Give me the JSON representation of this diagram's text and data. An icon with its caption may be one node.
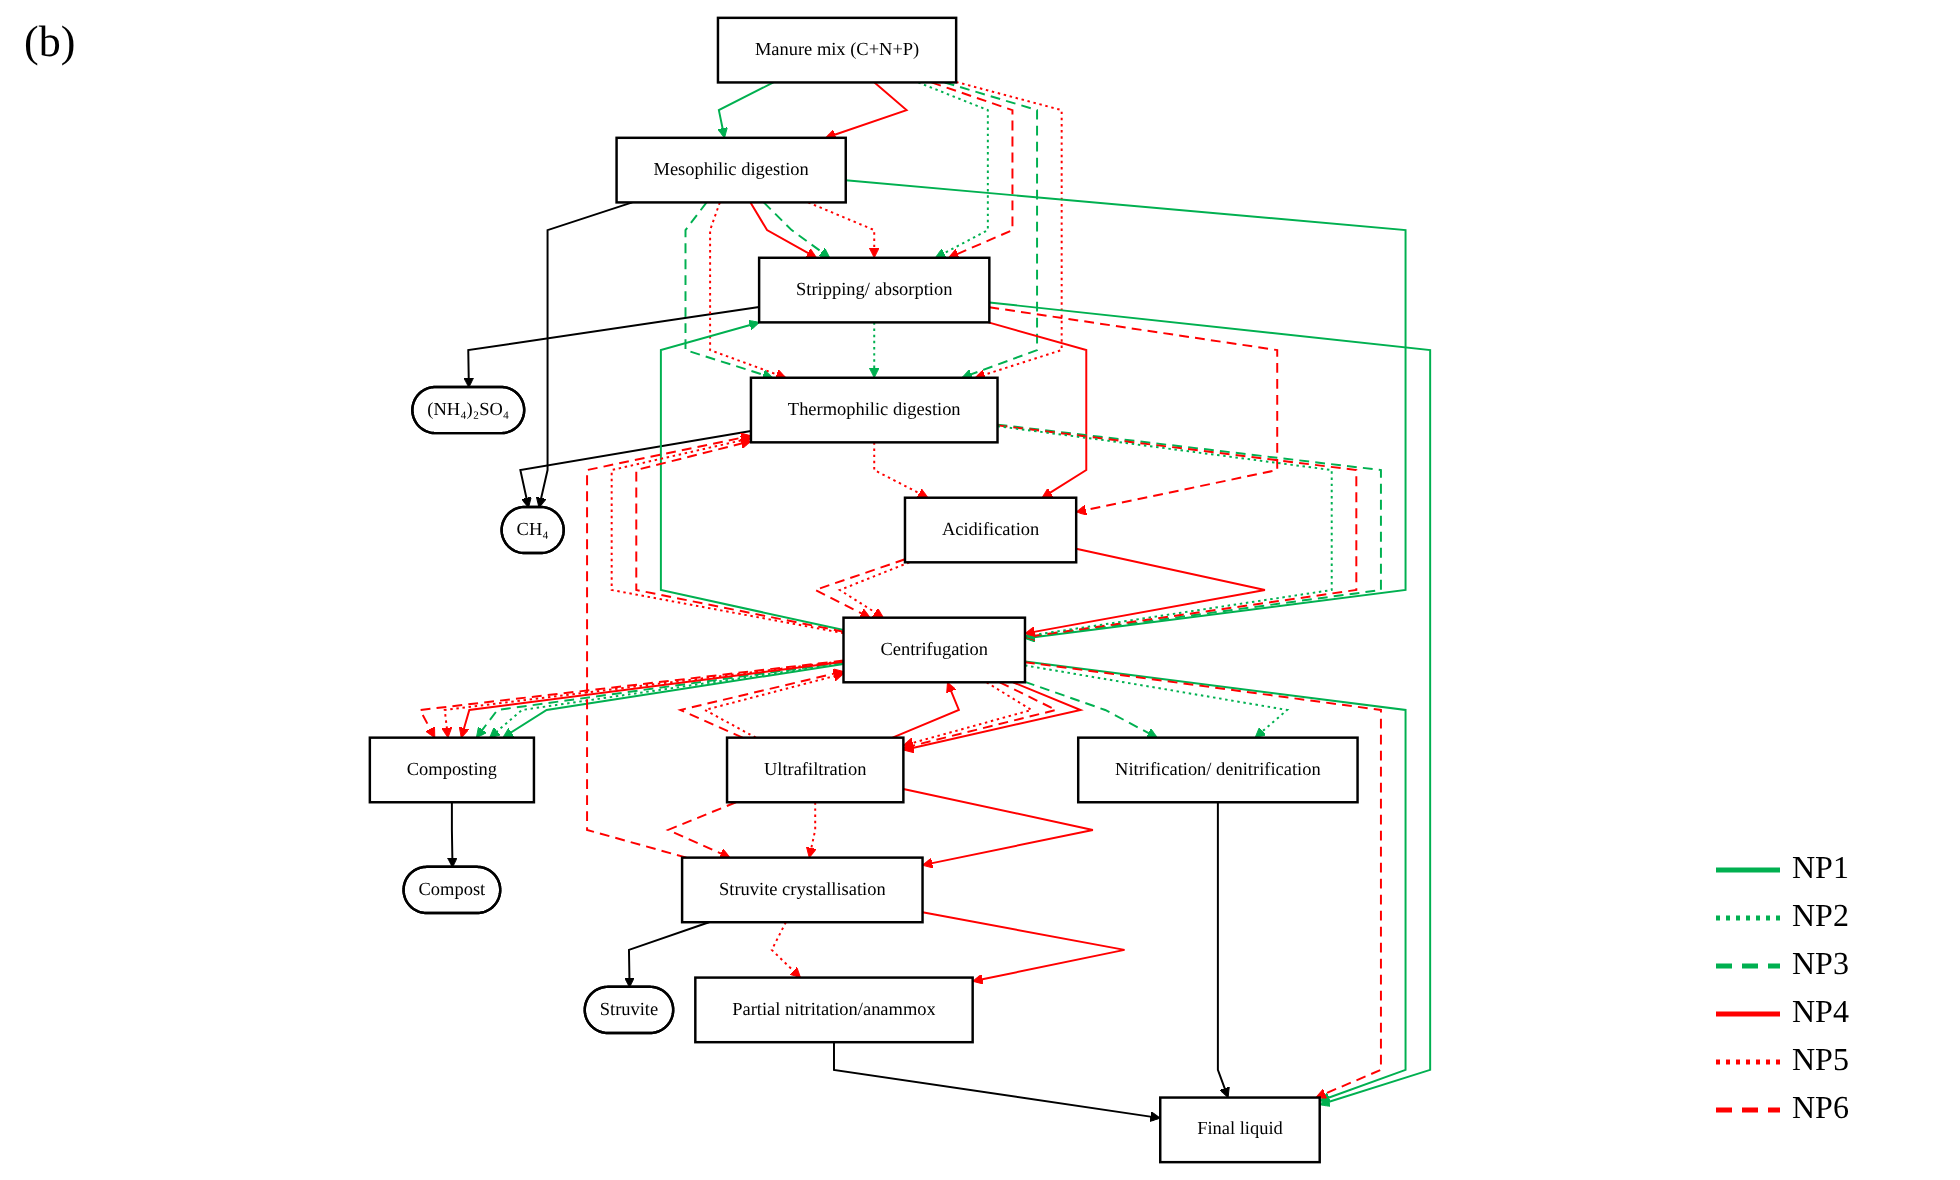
{
  "diagram": {
    "nodes": [
      {
        "text": [
          "Manure mix (C+N+P)"
        ]
      },
      {
        "text": [
          "(NH₄)₂SO₄"
        ]
      },
      {
        "text": [
          "Stripping/ absorption"
        ]
      },
      {
        "text": [
          "Mesophilic digestion"
        ]
      },
      {
        "text": [
          "Thermophilic digestion"
        ]
      },
      {
        "text": [
          "CH₄"
        ]
      },
      {
        "text": [
          "Acidification"
        ]
      },
      {
        "text": [
          "Centrifugation"
        ]
      },
      {
        "text": [
          "Composting"
        ]
      },
      {
        "text": [
          "Compost"
        ]
      },
      {
        "text": [
          "Struvite"
        ]
      },
      {
        "text": [
          "Struvite crystallisation"
        ]
      },
      {
        "text": [
          "Ultrafiltration"
        ]
      },
      {
        "text": [
          "Nitrification/ denitrification"
        ]
      },
      {
        "text": [
          "Partial nitritation/anammox"
        ]
      },
      {
        "text": [
          "Final liquid"
        ]
      }
    ],
    "edges": [
      {
        "from": 0,
        "to": 2,
        "arrow": "to",
        "style": "dashed",
        "color": "#ff0000"
      },
      {
        "from": 0,
        "to": 2,
        "arrow": "to",
        "style": "dashed",
        "color": "#00b050"
      },
      {
        "from": 0,
        "to": 3,
        "arrow": "to",
        "color": "#ff0000"
      },
      {
        "from": 0,
        "to": 3,
        "arrow": "to",
        "color": "#00b050"
      },
      {
        "from": 0,
        "to": 4,
        "arrow": "to",
        "style": "dashed",
        "color": "#ff0000"
      },
      {
        "from": 0,
        "to": 4,
        "arrow": "to",
        "style": "dashed",
        "color": "#00b050"
      },
      {
        "from": 2,
        "to": 1,
        "arrow": "to",
        "color": "#000000"
      },
      {
        "from": 3,
        "to": 2,
        "arrow": "to",
        "style": "dashed",
        "color": "#ff0000"
      },
      {
        "from": 3,
        "to": 2,
        "arrow": "to",
        "style": "dashed",
        "color": "#00b050"
      },
      {
        "from": 3,
        "to": 2,
        "arrow": "to",
        "color": "#ff0000"
      },
      {
        "from": 2,
        "to": 4,
        "arrow": "to",
        "style": "dashed",
        "color": "#00b050"
      },
      {
        "from": 3,
        "to": 4,
        "arrow": "to",
        "style": "dashed",
        "color": "#ff0000"
      },
      {
        "from": 3,
        "to": 4,
        "arrow": "to",
        "style": "dashed",
        "color": "#00b050"
      },
      {
        "from": 3,
        "to": 5,
        "arrow": "to",
        "color": "#000000"
      },
      {
        "from": 4,
        "to": 5,
        "arrow": "to",
        "color": "#000000"
      },
      {
        "from": 2,
        "to": 6,
        "arrow": "to",
        "style": "dashed",
        "color": "#ff0000"
      },
      {
        "from": 2,
        "to": 6,
        "arrow": "to",
        "color": "#ff0000"
      },
      {
        "from": 4,
        "to": 6,
        "arrow": "to",
        "style": "dashed",
        "color": "#ff0000"
      },
      {
        "from": 7,
        "to": 2,
        "arrow": "to",
        "color": "#00b050"
      },
      {
        "from": 2,
        "to": 15,
        "arrow": "to",
        "color": "#00b050"
      },
      {
        "from": 3,
        "to": 7,
        "arrow": "to",
        "color": "#00b050"
      },
      {
        "from": 4,
        "to": 7,
        "arrow": "to",
        "style": "dashed",
        "color": "#00b050"
      },
      {
        "from": 4,
        "to": 7,
        "arrow": "to",
        "style": "dashed",
        "color": "#ff0000"
      },
      {
        "from": 4,
        "to": 7,
        "arrow": "to",
        "style": "dashed",
        "color": "#00b050"
      },
      {
        "from": 7,
        "to": 4,
        "arrow": "to",
        "style": "dashed",
        "color": "#ff0000"
      },
      {
        "from": 7,
        "to": 4,
        "arrow": "to",
        "style": "dashed",
        "color": "#ff0000"
      },
      {
        "from": 6,
        "to": 7,
        "arrow": "to",
        "color": "#ff0000"
      },
      {
        "from": 6,
        "to": 7,
        "arrow": "to",
        "style": "dashed",
        "color": "#ff0000"
      },
      {
        "from": 6,
        "to": 7,
        "arrow": "to",
        "style": "dashed",
        "color": "#ff0000"
      },
      {
        "from": 7,
        "to": 8,
        "arrow": "to",
        "color": "#00b050"
      },
      {
        "from": 7,
        "to": 8,
        "arrow": "to",
        "style": "dashed",
        "color": "#00b050"
      },
      {
        "from": 7,
        "to": 8,
        "arrow": "to",
        "style": "dashed",
        "color": "#00b050"
      },
      {
        "from": 7,
        "to": 8,
        "arrow": "to",
        "color": "#ff0000"
      },
      {
        "from": 7,
        "to": 8,
        "arrow": "to",
        "style": "dashed",
        "color": "#ff0000"
      },
      {
        "from": 7,
        "to": 8,
        "arrow": "to",
        "style": "dashed",
        "color": "#ff0000"
      },
      {
        "from": 8,
        "to": 9,
        "arrow": "to",
        "color": "#000000"
      },
      {
        "from": 7,
        "to": 12,
        "arrow": "to",
        "color": "#ff0000"
      },
      {
        "from": 7,
        "to": 12,
        "arrow": "to",
        "style": "dashed",
        "color": "#ff0000"
      },
      {
        "from": 7,
        "to": 12,
        "arrow": "to",
        "style": "dashed",
        "color": "#ff0000"
      },
      {
        "from": 12,
        "to": 7,
        "arrow": "to",
        "color": "#ff0000"
      },
      {
        "from": 12,
        "to": 7,
        "arrow": "to",
        "style": "dashed",
        "color": "#ff0000"
      },
      {
        "from": 12,
        "to": 7,
        "arrow": "to",
        "style": "dashed",
        "color": "#ff0000"
      },
      {
        "from": 12,
        "to": 11,
        "arrow": "to",
        "color": "#ff0000"
      },
      {
        "from": 12,
        "to": 11,
        "arrow": "to",
        "style": "dashed",
        "color": "#ff0000"
      },
      {
        "from": 12,
        "to": 11,
        "arrow": "to",
        "style": "dashed",
        "color": "#ff0000"
      },
      {
        "from": 11,
        "to": 10,
        "arrow": "to",
        "color": "#000000"
      },
      {
        "from": 11,
        "to": 4,
        "arrow": "to",
        "style": "dashed",
        "color": "#ff0000"
      },
      {
        "from": 11,
        "to": 14,
        "arrow": "to",
        "color": "#ff0000"
      },
      {
        "from": 11,
        "to": 14,
        "arrow": "to",
        "style": "dashed",
        "color": "#ff0000"
      },
      {
        "from": 7,
        "to": 13,
        "arrow": "to",
        "style": "dashed",
        "color": "#00b050"
      },
      {
        "from": 7,
        "to": 13,
        "arrow": "to",
        "style": "dashed",
        "color": "#00b050"
      },
      {
        "from": 7,
        "to": 15,
        "arrow": "to",
        "color": "#00b050"
      },
      {
        "from": 7,
        "to": 15,
        "arrow": "to",
        "style": "dashed",
        "color": "#ff0000"
      },
      {
        "from": 13,
        "to": 15,
        "arrow": "to",
        "color": "#000000"
      },
      {
        "from": 14,
        "to": 15,
        "arrow": "to",
        "color": "#000000"
      }
    ],
    "labels": [
      "(b)"
    ],
    "legend": [
      {
        "text": "NP1"
      },
      {
        "text": "NP2"
      },
      {
        "text": "NP3"
      },
      {
        "text": "NP4"
      },
      {
        "text": "NP5"
      },
      {
        "text": "NP6"
      }
    ]
  }
}
